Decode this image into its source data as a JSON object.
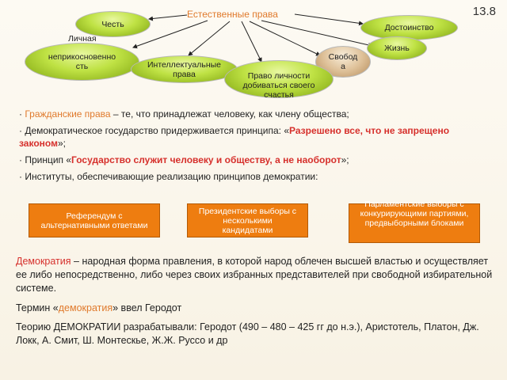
{
  "page_number": "13.8",
  "diagram": {
    "title": "Естественные права",
    "nodes": {
      "honor": "Честь",
      "dignity": "Достоинство",
      "inviolability_top": "Личная",
      "inviolability": "неприкосновенность",
      "intellectual": "Интеллектуальные права",
      "life": "Жизнь",
      "freedom": "Свобода",
      "happiness": "Право личности добиваться своего счастья"
    }
  },
  "bullets": [
    {
      "prefix": "· ",
      "hl": "Гражданские права",
      "text": " – те, что принадлежат человеку, как члену общества;"
    },
    {
      "prefix": "· Демократическое государство придерживается принципа: «",
      "hl": "Разрешено все, что не запрещено законом",
      "text": "»;"
    },
    {
      "prefix": "· Принцип «",
      "hl": "Государство служит человеку и обществу, а не наоборот",
      "text": "»;"
    },
    {
      "prefix": "· Институты, обеспечивающие реализацию принципов демократии:",
      "hl": "",
      "text": ""
    }
  ],
  "institutions": [
    "Референдум с альтернативными ответами",
    "Президентские выборы с несколькими кандидатами",
    "Парламентские выборы с конкурирующими партиями, предвыборными блоками"
  ],
  "definition": {
    "term": "Демократия",
    "text": " – народная форма правления, в которой народ облечен высшей властью и осуществляет ее либо непосредственно, либо через своих избранных представителей при свободной избирательной системе."
  },
  "herodotus": {
    "pre": "Термин «",
    "term": "демократия",
    "post": "» ввел Геродот"
  },
  "theory": "Теорию ДЕМОКРАТИИ разрабатывали: Геродот (490 – 480 – 425 гг до н.э.), Аристотель, Платон, Дж. Локк, А. Смит, Ш. Монтескье, Ж.Ж. Руссо и др"
}
